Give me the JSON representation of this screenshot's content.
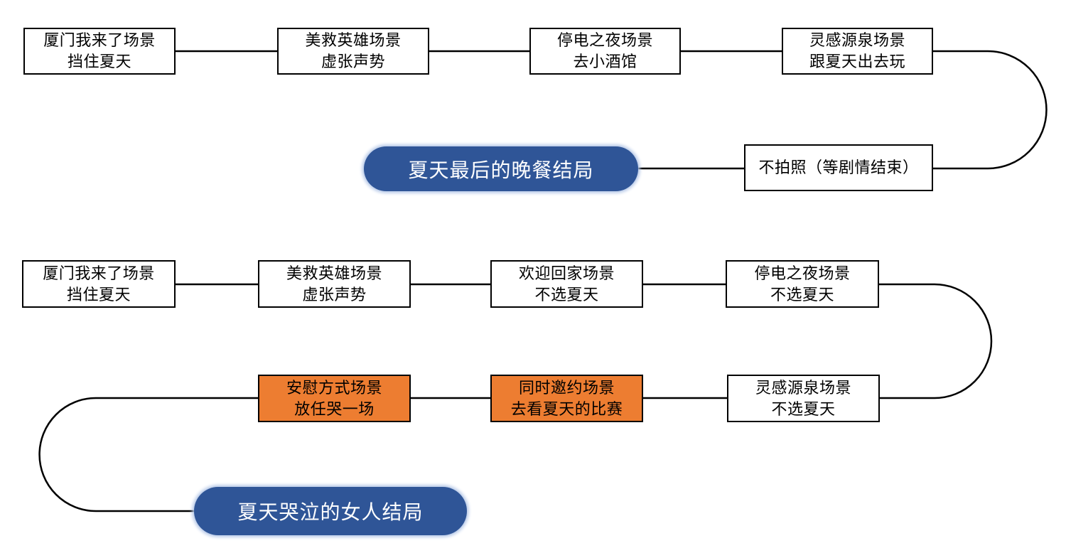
{
  "colors": {
    "line": "#000000",
    "box_fill": "#ffffff",
    "box_border": "#000000",
    "orange_fill": "#ED7D31",
    "pill_fill": "#2F5597",
    "pill_halo": "#B4C7E7",
    "pill_text": "#ffffff"
  },
  "flow1": {
    "nodes": [
      {
        "line1": "厦门我来了场景",
        "line2": "挡住夏天"
      },
      {
        "line1": "美救英雄场景",
        "line2": "虚张声势"
      },
      {
        "line1": "停电之夜场景",
        "line2": "去小酒馆"
      },
      {
        "line1": "灵感源泉场景",
        "line2": "跟夏天出去玩"
      },
      {
        "line1": "不拍照（等剧情结束）"
      }
    ],
    "ending": "夏天最后的晚餐结局"
  },
  "flow2": {
    "nodes": [
      {
        "line1": "厦门我来了场景",
        "line2": "挡住夏天"
      },
      {
        "line1": "美救英雄场景",
        "line2": "虚张声势"
      },
      {
        "line1": "欢迎回家场景",
        "line2": "不选夏天"
      },
      {
        "line1": "停电之夜场景",
        "line2": "不选夏天"
      },
      {
        "line1": "灵感源泉场景",
        "line2": "不选夏天"
      },
      {
        "line1": "同时邀约场景",
        "line2": "去看夏天的比赛"
      },
      {
        "line1": "安慰方式场景",
        "line2": "放任哭一场"
      }
    ],
    "ending": "夏天哭泣的女人结局"
  }
}
